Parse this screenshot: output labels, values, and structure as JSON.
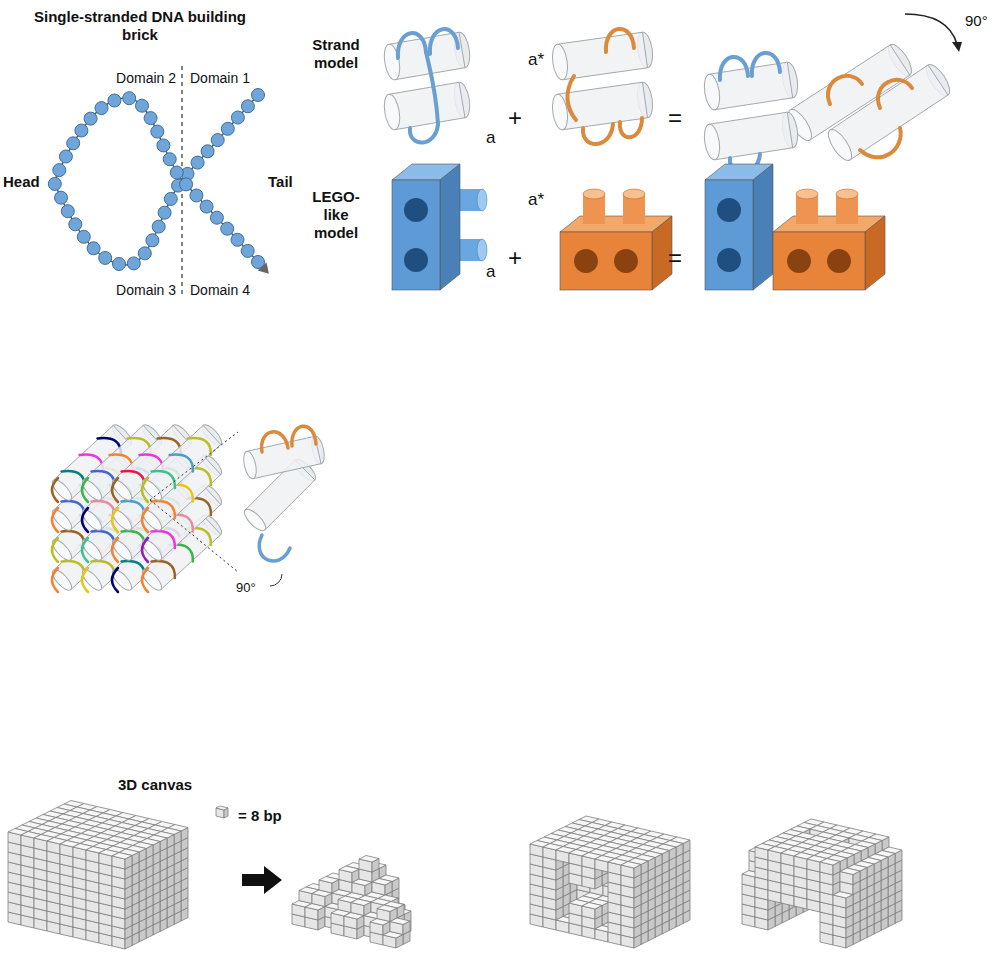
{
  "diagram": {
    "labels": [
      "Single-stranded DNA building brick",
      "Strand model",
      "90°",
      "Domain 2",
      "Domain 1",
      "a*",
      "+",
      "=",
      "a",
      "Head",
      "Tail",
      "LEGO-like model",
      "a*",
      "Domain 3",
      "Domain 4",
      "a",
      "+",
      "=",
      "90°",
      "3D canvas",
      "= 8 bp"
    ]
  }
}
